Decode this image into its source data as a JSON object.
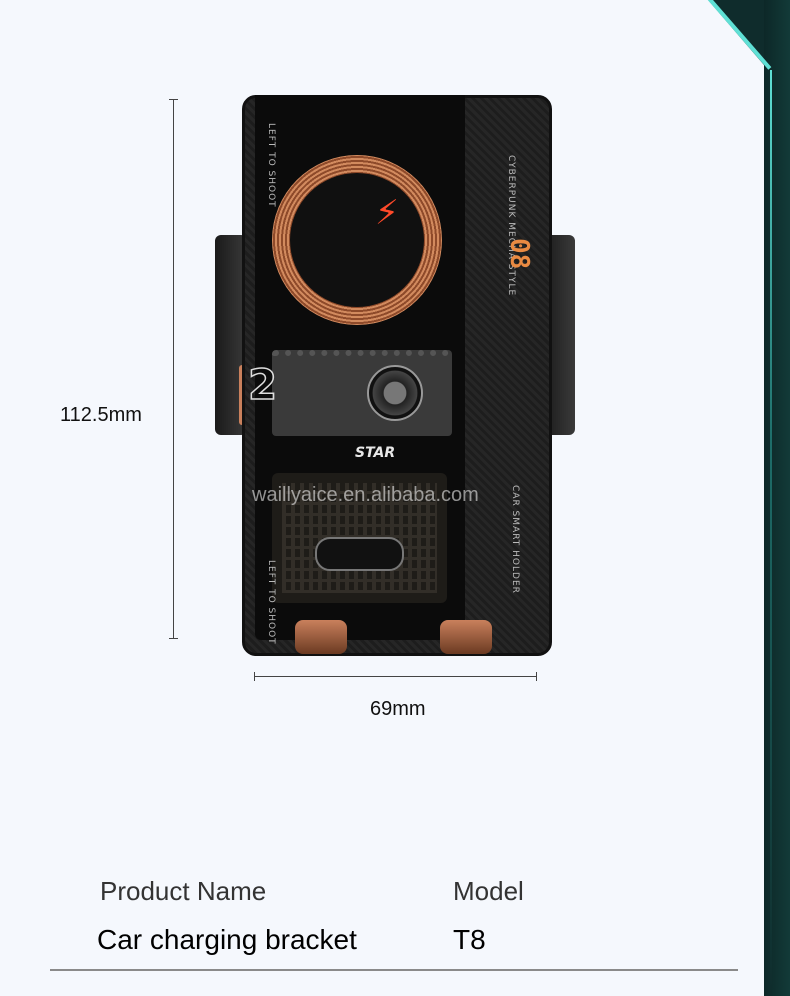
{
  "dimensions": {
    "height_label": "112.5mm",
    "width_label": "69mm"
  },
  "device": {
    "panel_number": "2",
    "display_digits": "08",
    "logo_text": "STAR",
    "left_label_top": "LEFT TO SHOOT",
    "left_label_bottom": "LEFT TO SHOOT",
    "right_label_top": "CYBERPUNK MECHA STYLE",
    "right_label_bottom": "CAR SMART HOLDER",
    "watermark": "waillyaice.en.alibaba.com",
    "accent_color": "#c9805c"
  },
  "specs": {
    "headers": [
      "Product Name",
      "Model"
    ],
    "values": [
      "Car charging bracket",
      "T8"
    ]
  }
}
